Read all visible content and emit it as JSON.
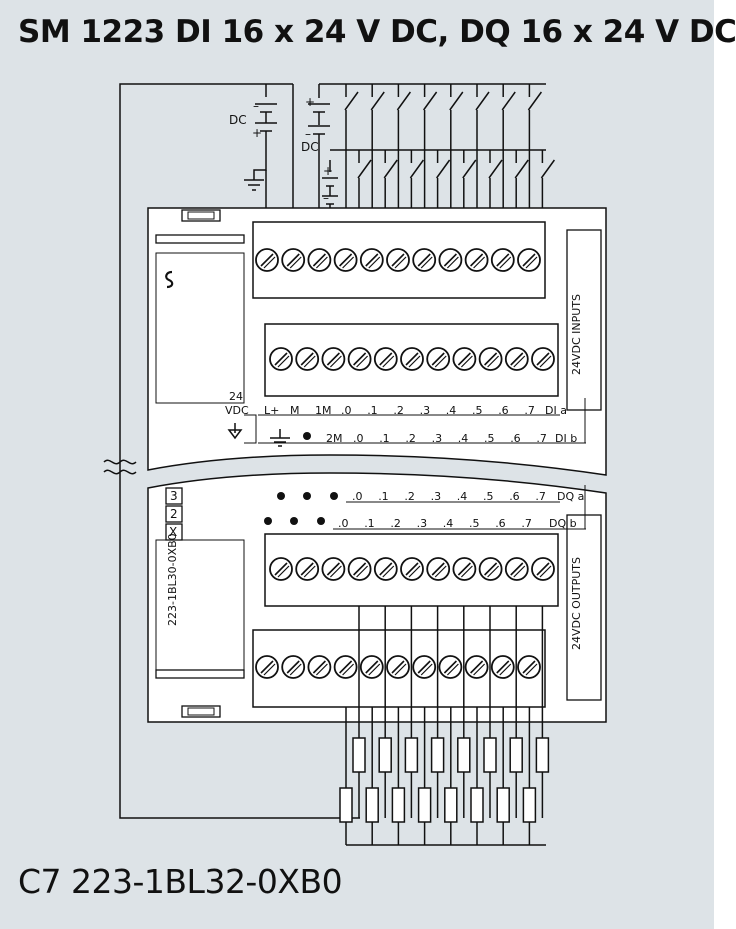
{
  "title": "SM 1223 DI 16 x 24 V DC, DQ 16 x 24 V DC",
  "order_number": "C7 223-1BL32-0XB0",
  "module_part": "223-1BL30-0XB0",
  "supply_labels": {
    "dc_top": "DC",
    "dc_mid": "DC",
    "minus": "–",
    "plus": "+"
  },
  "side_labels": {
    "inputs": "24VDC INPUTS",
    "outputs": "24VDC OUTPUTS"
  },
  "left_tags": {
    "voltage": "24",
    "vdc": "VDC",
    "sensor_supply": [
      "L+",
      "M"
    ]
  },
  "row_labels": {
    "di_a": {
      "common": "1M",
      "channels": [
        ".0",
        ".1",
        ".2",
        ".3",
        ".4",
        ".5",
        ".6",
        ".7"
      ],
      "tag": "DI a"
    },
    "di_b": {
      "common": "2M",
      "channels": [
        ".0",
        ".1",
        ".2",
        ".3",
        ".4",
        ".5",
        ".6",
        ".7"
      ],
      "tag": "DI b"
    },
    "dq_a": {
      "channels": [
        ".0",
        ".1",
        ".2",
        ".3",
        ".4",
        ".5",
        ".6",
        ".7"
      ],
      "tag": "DQ a"
    },
    "dq_b": {
      "channels": [
        ".0",
        ".1",
        ".2",
        ".3",
        ".4",
        ".5",
        ".6",
        ".7"
      ],
      "tag": "DQ b"
    }
  },
  "connector_codes": [
    "X",
    "2",
    "3"
  ],
  "icons": {
    "logo": "siemens-s-logo",
    "ground": "ground-icon",
    "arrow": "down-arrow-icon"
  },
  "colors": {
    "background": "#dde3e7",
    "line": "#111111",
    "module": "#ffffff"
  }
}
